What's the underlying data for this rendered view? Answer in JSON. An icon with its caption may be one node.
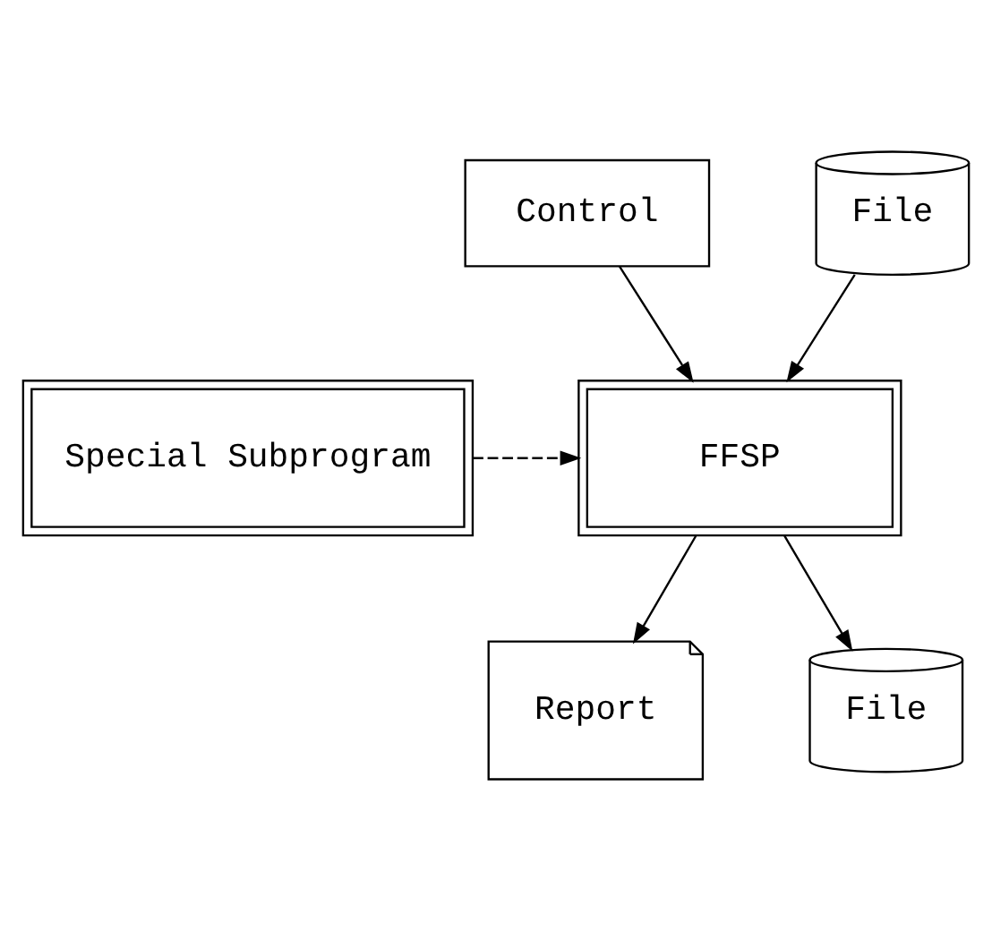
{
  "diagram": {
    "nodes": [
      {
        "text": [
          "Control"
        ]
      },
      {
        "text": [
          "File"
        ]
      },
      {
        "text": [
          "Special Subprogram"
        ]
      },
      {
        "text": [
          "FFSP"
        ]
      },
      {
        "text": [
          "Report"
        ]
      },
      {
        "text": [
          "File"
        ]
      }
    ],
    "edges": [
      {
        "from": 0,
        "to": 3,
        "arrow": "to"
      },
      {
        "from": 1,
        "to": 3,
        "arrow": "to"
      },
      {
        "from": 2,
        "to": 3,
        "arrow": "to",
        "style": "dashed"
      },
      {
        "from": 3,
        "to": 4,
        "arrow": "to"
      },
      {
        "from": 3,
        "to": 5,
        "arrow": "to"
      }
    ]
  }
}
